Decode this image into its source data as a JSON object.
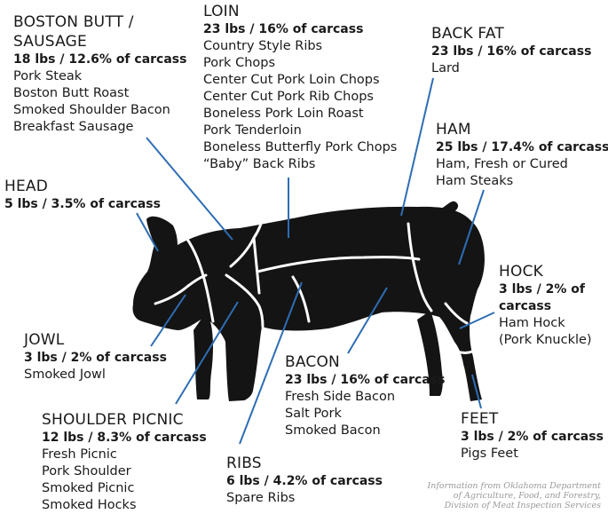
{
  "cuts": [
    {
      "id": "boston-butt",
      "name_lines": [
        "BOSTON BUTT /",
        "SAUSAGE"
      ],
      "stat": "18 lbs / 12.6% of carcass",
      "products": [
        "Pork Steak",
        "Boston Butt Roast",
        "Smoked Shoulder Bacon",
        "Breakfast Sausage"
      ]
    },
    {
      "id": "loin",
      "name_lines": [
        "LOIN"
      ],
      "stat": "23 lbs / 16% of carcass",
      "products": [
        "Country Style Ribs",
        "Pork Chops",
        "Center Cut Pork Loin Chops",
        "Center Cut Pork Rib Chops",
        "Boneless Pork Loin Roast",
        "Pork Tenderloin",
        "Boneless Butterfly Pork Chops",
        "“Baby” Back Ribs"
      ]
    },
    {
      "id": "back-fat",
      "name_lines": [
        "BACK FAT"
      ],
      "stat": "23 lbs / 16% of carcass",
      "products": [
        "Lard"
      ]
    },
    {
      "id": "ham",
      "name_lines": [
        "HAM"
      ],
      "stat": "25 lbs / 17.4% of carcass",
      "products": [
        "Ham, Fresh or Cured",
        "Ham Steaks"
      ]
    },
    {
      "id": "head",
      "name_lines": [
        "HEAD"
      ],
      "stat": "5 lbs / 3.5% of carcass",
      "products": []
    },
    {
      "id": "hock",
      "name_lines": [
        "HOCK"
      ],
      "stat_lines": [
        "3 lbs / 2% of",
        "carcass"
      ],
      "products": [
        "Ham Hock",
        "(Pork Knuckle)"
      ]
    },
    {
      "id": "jowl",
      "name_lines": [
        "JOWL"
      ],
      "stat": "3 lbs / 2% of carcass",
      "products": [
        "Smoked Jowl"
      ]
    },
    {
      "id": "bacon",
      "name_lines": [
        "BACON"
      ],
      "stat": "23 lbs / 16% of carcass",
      "products": [
        "Fresh Side Bacon",
        "Salt Pork",
        "Smoked Bacon"
      ]
    },
    {
      "id": "shoulder-picnic",
      "name_lines": [
        "SHOULDER PICNIC"
      ],
      "stat": "12 lbs / 8.3% of carcass",
      "products": [
        "Fresh Picnic",
        "Pork Shoulder",
        "Smoked Picnic",
        "Smoked Hocks"
      ]
    },
    {
      "id": "feet",
      "name_lines": [
        "FEET"
      ],
      "stat": "3 lbs / 2% of carcass",
      "products": [
        "Pigs Feet"
      ]
    },
    {
      "id": "ribs",
      "name_lines": [
        "RIBS"
      ],
      "stat": "6 lbs / 4.2% of carcass",
      "products": [
        "Spare Ribs"
      ]
    }
  ],
  "source_lines": [
    "Information from Oklahoma Department",
    "of Agriculture, Food, and Forestry,",
    "Division of Meat Inspection Services"
  ],
  "colors": {
    "silhouette": "#141414",
    "seam": "#ffffff",
    "leader": "#2e6db4",
    "text": "#1a1a1a",
    "source": "#9a9a9a"
  }
}
